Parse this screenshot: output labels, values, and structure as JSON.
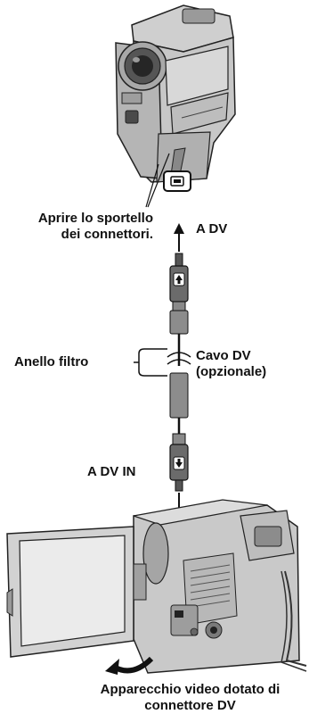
{
  "labels": {
    "open_door_line1": "Aprire lo sportello",
    "open_door_line2": "dei connettori.",
    "to_dv": "A DV",
    "filter_ring": "Anello filtro",
    "dv_cable_line1": "Cavo DV",
    "dv_cable_line2": "(opzionale)",
    "to_dv_in": "A DV IN",
    "device_line1": "Apparecchio video dotato di",
    "device_line2": "connettore DV"
  },
  "icons": {
    "cable_plug_top": "up-arrow-plug-icon",
    "cable_plug_bottom": "down-arrow-plug-icon"
  }
}
